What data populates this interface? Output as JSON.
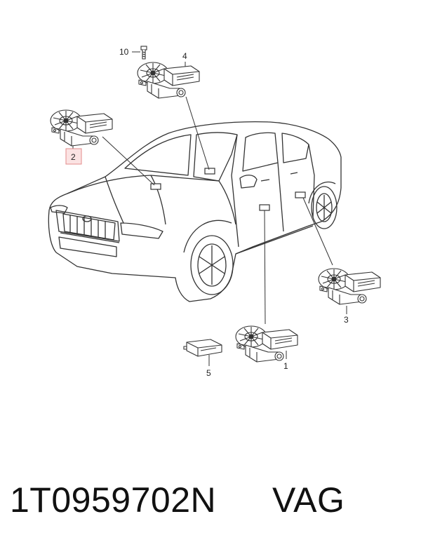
{
  "callouts": {
    "c1": "1",
    "c2": "2",
    "c3": "3",
    "c4": "4",
    "c5": "5",
    "c10": "10"
  },
  "footer": {
    "part_number": "1T0959702N",
    "brand": "VAG"
  },
  "colors": {
    "line": "#333333",
    "highlight_border": "#e38b8b",
    "highlight_fill": "#fbe3e3"
  }
}
